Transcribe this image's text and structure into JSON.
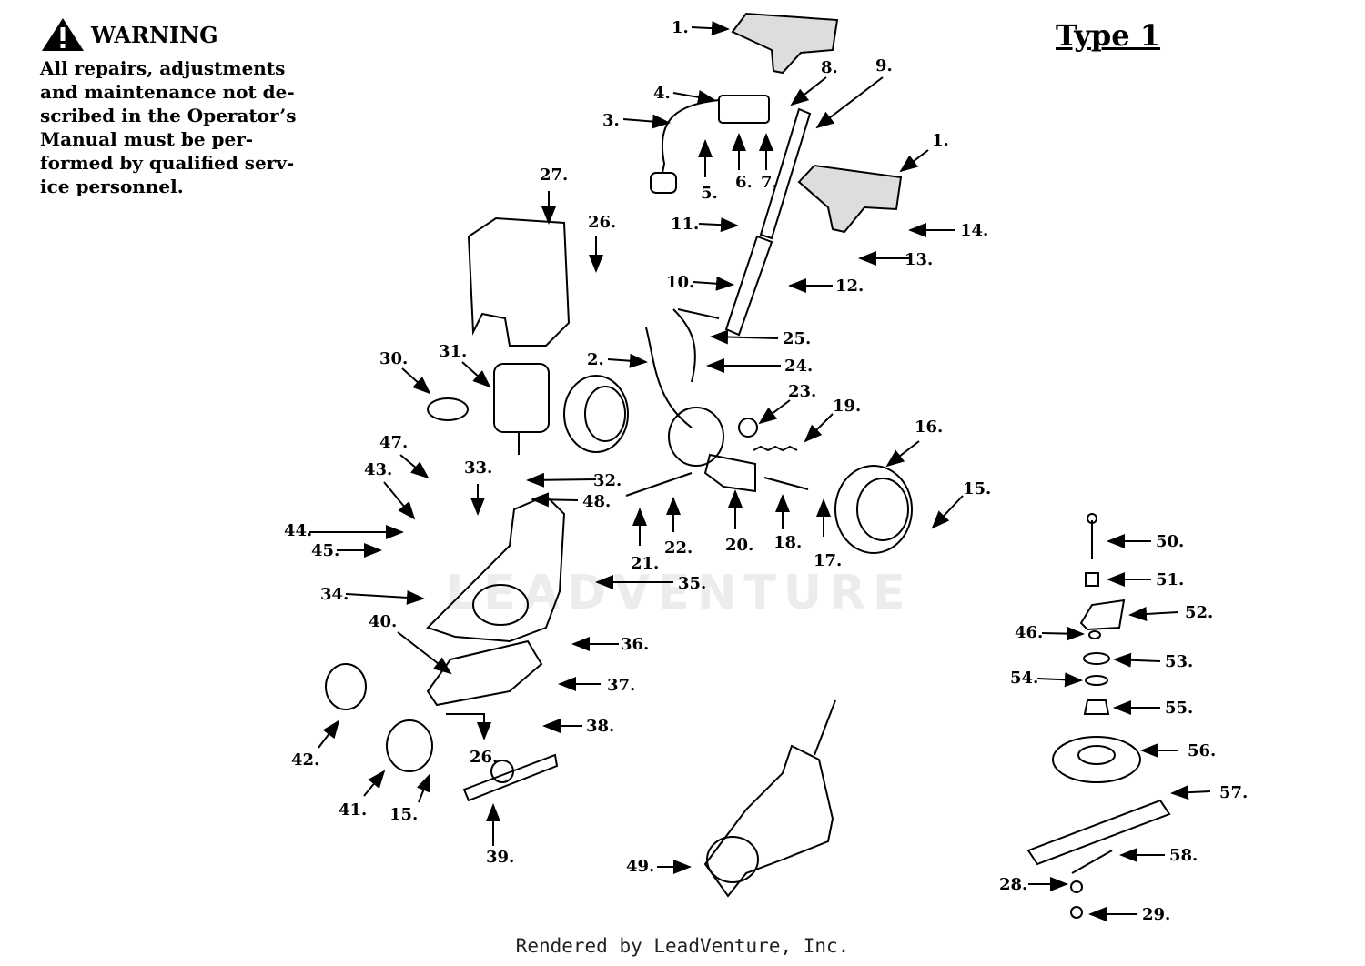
{
  "warning": {
    "title": "WARNING",
    "lines": [
      "All repairs, adjustments",
      "and maintenance not de-",
      "scribed in the Operator’s",
      "Manual must be per-",
      "formed by qualified serv-",
      "ice personnel."
    ]
  },
  "type_label": "Type 1",
  "watermark": "LEADVENTURE",
  "footer": "Rendered by LeadVenture, Inc.",
  "callouts": [
    {
      "id": "c1a",
      "text": "1."
    },
    {
      "id": "c1b",
      "text": "1."
    },
    {
      "id": "c2",
      "text": "2."
    },
    {
      "id": "c3",
      "text": "3."
    },
    {
      "id": "c4",
      "text": "4."
    },
    {
      "id": "c5",
      "text": "5."
    },
    {
      "id": "c6",
      "text": "6."
    },
    {
      "id": "c7",
      "text": "7."
    },
    {
      "id": "c8",
      "text": "8."
    },
    {
      "id": "c9",
      "text": "9."
    },
    {
      "id": "c10",
      "text": "10."
    },
    {
      "id": "c11",
      "text": "11."
    },
    {
      "id": "c12",
      "text": "12."
    },
    {
      "id": "c13",
      "text": "13."
    },
    {
      "id": "c14",
      "text": "14."
    },
    {
      "id": "c15a",
      "text": "15."
    },
    {
      "id": "c15b",
      "text": "15."
    },
    {
      "id": "c16",
      "text": "16."
    },
    {
      "id": "c17",
      "text": "17."
    },
    {
      "id": "c18",
      "text": "18."
    },
    {
      "id": "c19",
      "text": "19."
    },
    {
      "id": "c20",
      "text": "20."
    },
    {
      "id": "c21",
      "text": "21."
    },
    {
      "id": "c22",
      "text": "22."
    },
    {
      "id": "c23",
      "text": "23."
    },
    {
      "id": "c24",
      "text": "24."
    },
    {
      "id": "c25",
      "text": "25."
    },
    {
      "id": "c26a",
      "text": "26."
    },
    {
      "id": "c26b",
      "text": "26."
    },
    {
      "id": "c27",
      "text": "27."
    },
    {
      "id": "c28",
      "text": "28."
    },
    {
      "id": "c29",
      "text": "29."
    },
    {
      "id": "c30",
      "text": "30."
    },
    {
      "id": "c31",
      "text": "31."
    },
    {
      "id": "c32",
      "text": "32."
    },
    {
      "id": "c33",
      "text": "33."
    },
    {
      "id": "c34",
      "text": "34."
    },
    {
      "id": "c35",
      "text": "35."
    },
    {
      "id": "c36",
      "text": "36."
    },
    {
      "id": "c37",
      "text": "37."
    },
    {
      "id": "c38",
      "text": "38."
    },
    {
      "id": "c39",
      "text": "39."
    },
    {
      "id": "c40",
      "text": "40."
    },
    {
      "id": "c41",
      "text": "41."
    },
    {
      "id": "c42",
      "text": "42."
    },
    {
      "id": "c43",
      "text": "43."
    },
    {
      "id": "c44",
      "text": "44."
    },
    {
      "id": "c45",
      "text": "45."
    },
    {
      "id": "c46",
      "text": "46."
    },
    {
      "id": "c47",
      "text": "47."
    },
    {
      "id": "c48",
      "text": "48."
    },
    {
      "id": "c49",
      "text": "49."
    },
    {
      "id": "c50",
      "text": "50."
    },
    {
      "id": "c51",
      "text": "51."
    },
    {
      "id": "c52",
      "text": "52."
    },
    {
      "id": "c53",
      "text": "53."
    },
    {
      "id": "c54",
      "text": "54."
    },
    {
      "id": "c55",
      "text": "55."
    },
    {
      "id": "c56",
      "text": "56."
    },
    {
      "id": "c57",
      "text": "57."
    },
    {
      "id": "c58",
      "text": "58."
    }
  ]
}
